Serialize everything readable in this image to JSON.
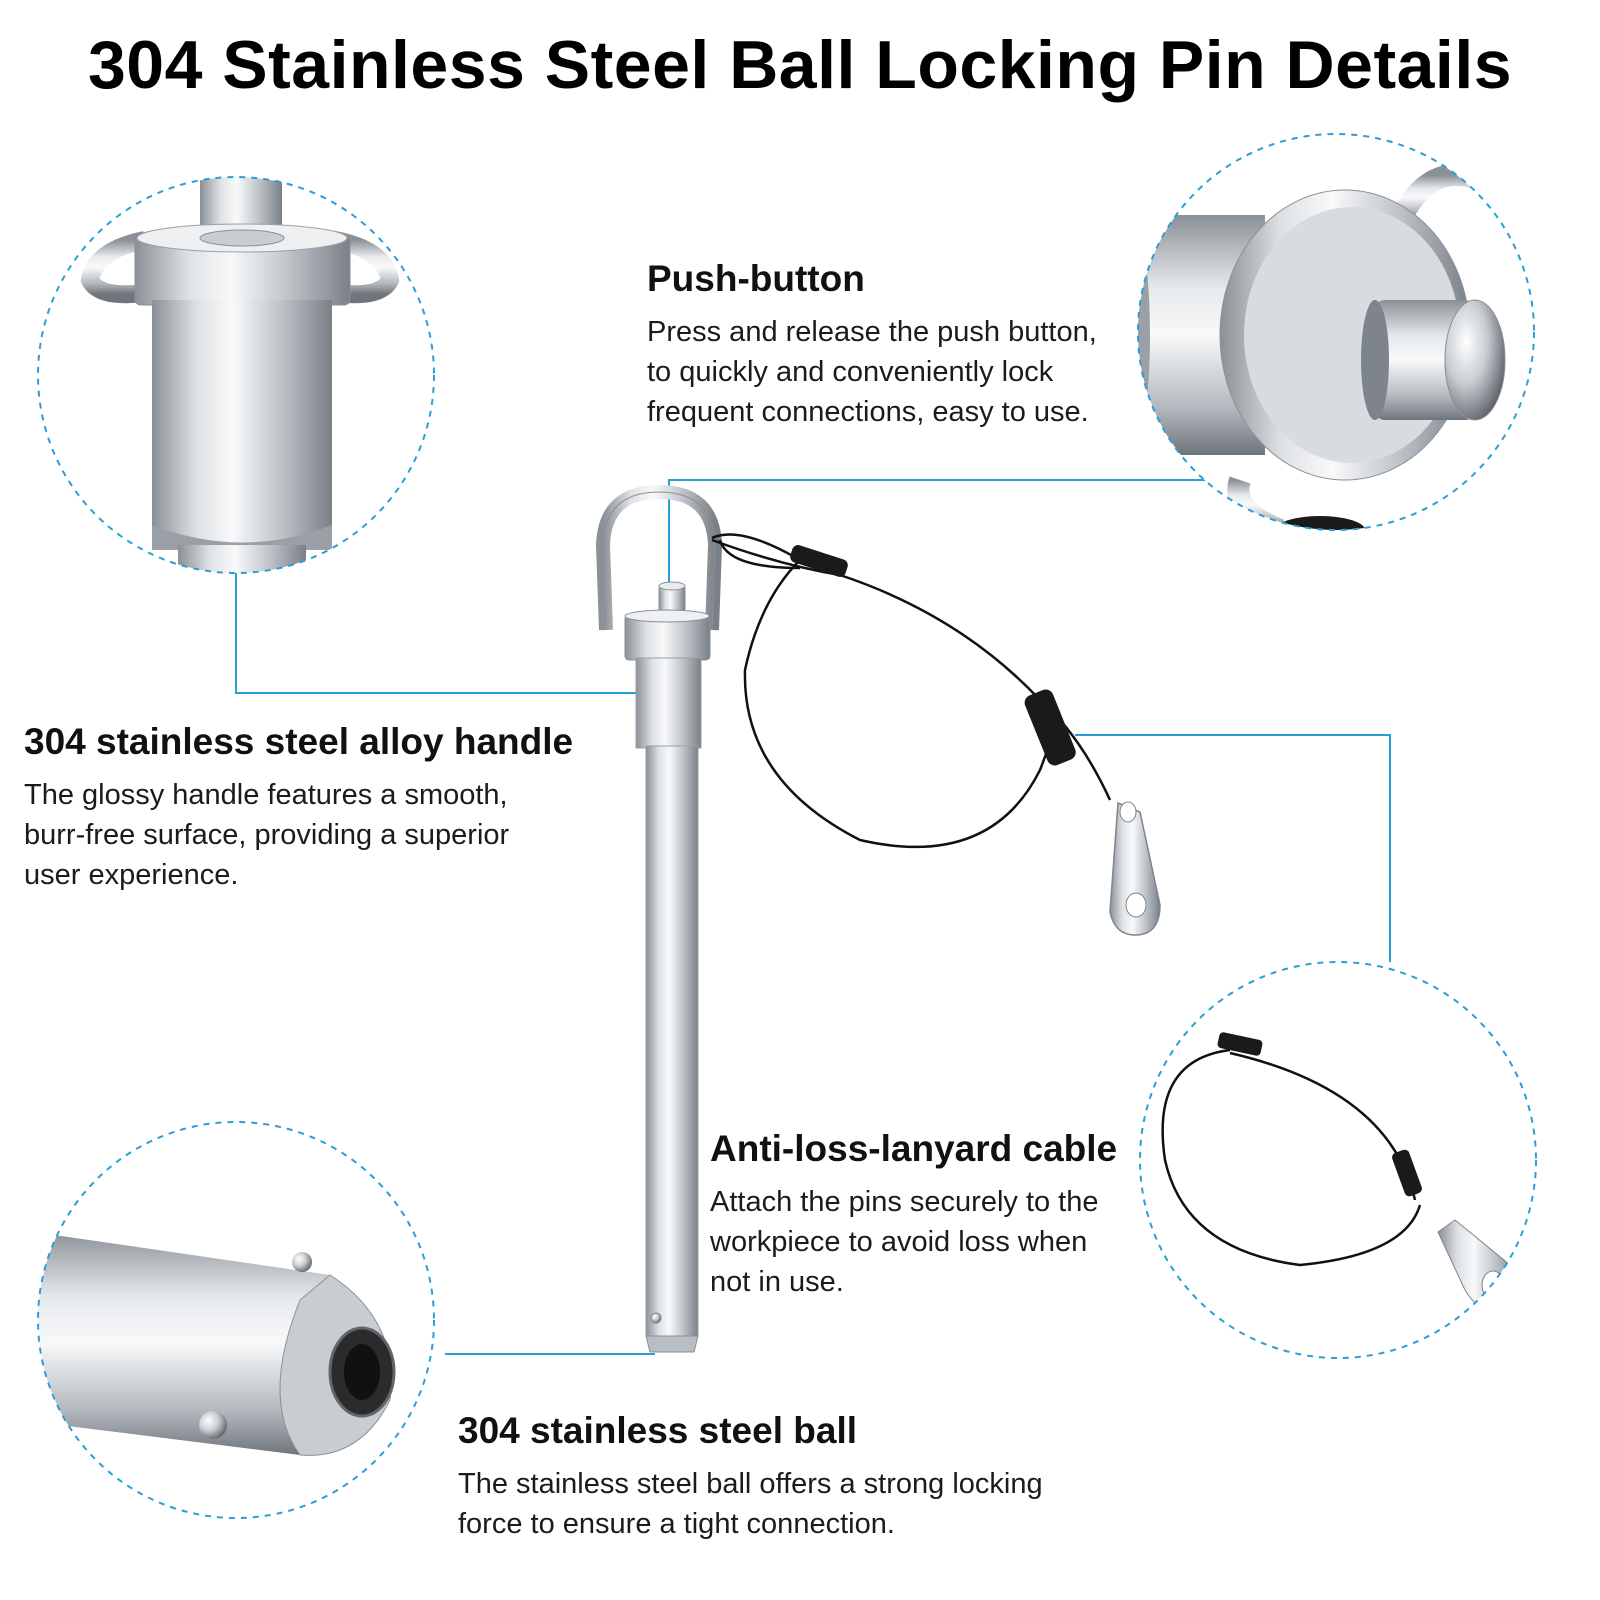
{
  "title": "304 Stainless Steel Ball Locking Pin Details",
  "features": {
    "push_button": {
      "heading": "Push-button",
      "lines": [
        "Press and release the push button,",
        "to quickly and conveniently lock",
        "frequent connections, easy to use."
      ]
    },
    "handle": {
      "heading": "304 stainless steel alloy handle",
      "lines": [
        "The glossy handle features a smooth,",
        "burr-free surface, providing a superior",
        "user experience."
      ]
    },
    "lanyard": {
      "heading": "Anti-loss-lanyard cable",
      "lines": [
        "Attach the pins securely to the",
        "workpiece to avoid loss when",
        "not in use."
      ]
    },
    "ball": {
      "heading": "304 stainless steel ball",
      "lines": [
        "The stainless steel ball offers a strong locking",
        "force to ensure a tight connection."
      ]
    }
  },
  "colors": {
    "callout_line": "#2a9fd6",
    "steel_light": "#eef0f2",
    "steel_mid": "#b9bec4",
    "steel_dark": "#7d848b",
    "cable": "#111111"
  }
}
